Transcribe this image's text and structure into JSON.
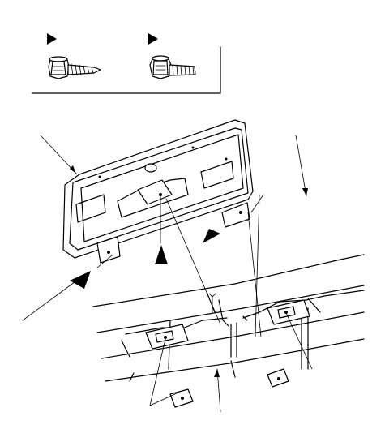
{
  "figure": {
    "fastener_key": {
      "items": [
        {
          "name": "tapping-screw",
          "marker": "triangle"
        },
        {
          "name": "flange-bolt",
          "marker": "triangle"
        }
      ]
    },
    "parts": [
      "license-plate-base",
      "bumper-face",
      "clips",
      "clip-nuts"
    ],
    "colors": {
      "line": "#000000",
      "background": "#ffffff"
    }
  }
}
